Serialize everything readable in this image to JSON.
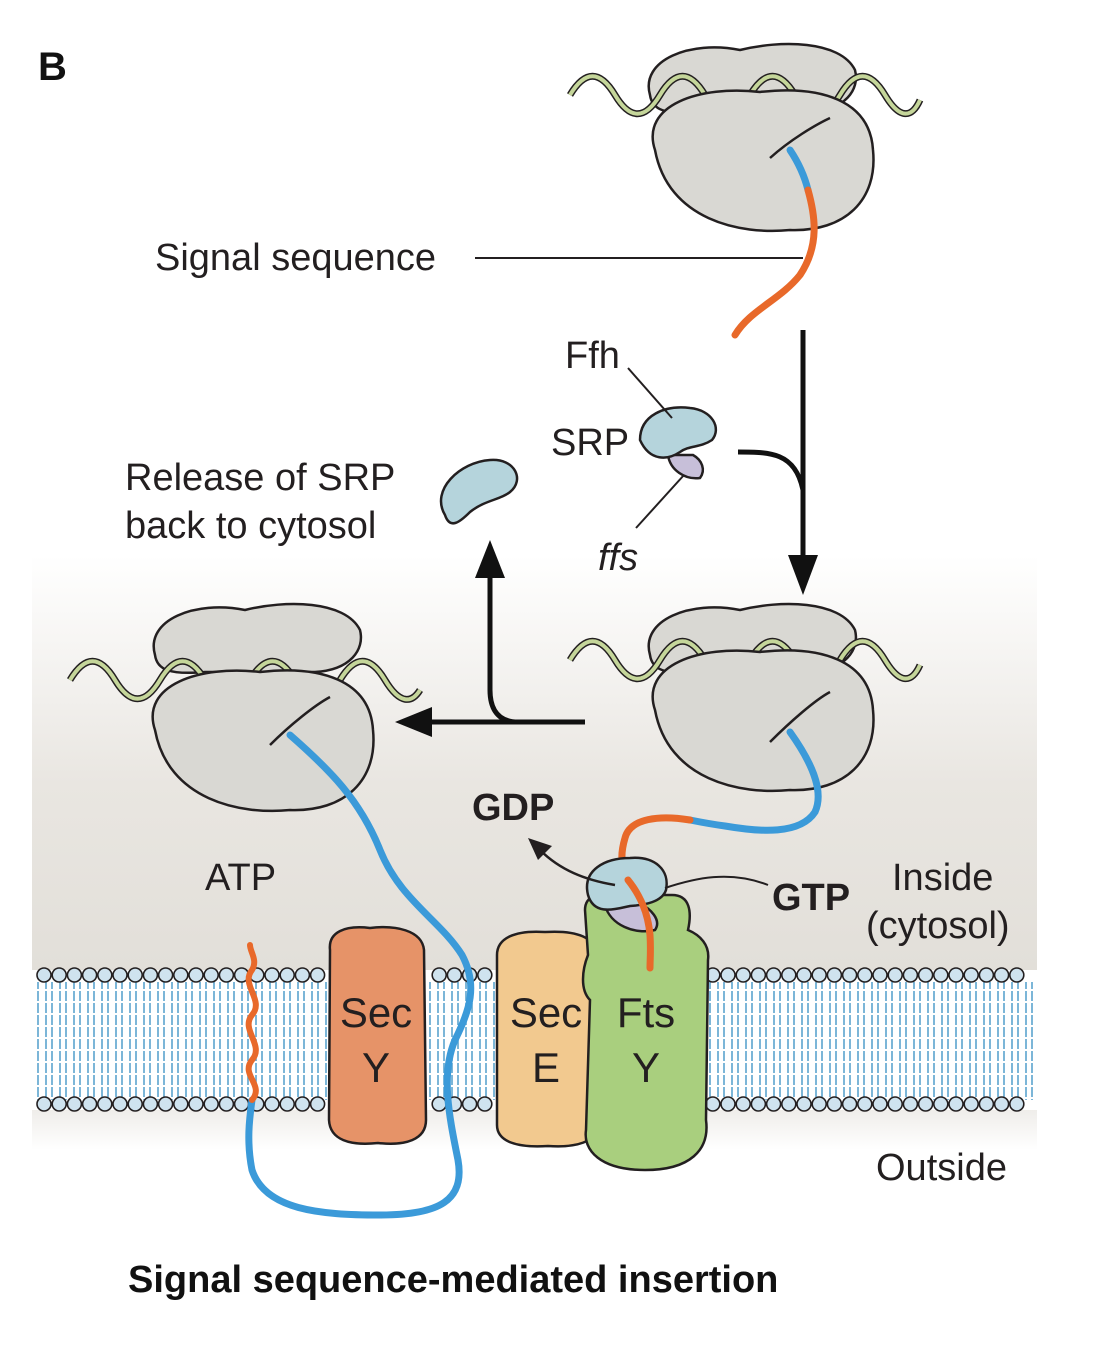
{
  "panel_letter": "B",
  "caption": "Signal sequence-mediated insertion",
  "labels": {
    "signal_sequence": "Signal sequence",
    "ffh": "Ffh",
    "srp": "SRP",
    "ffs": "ffs",
    "release_line1": "Release of SRP",
    "release_line2": "back to cytosol",
    "gdp": "GDP",
    "gtp": "GTP",
    "atp": "ATP",
    "inside_line1": "Inside",
    "inside_line2": "(cytosol)",
    "outside": "Outside"
  },
  "proteins": {
    "secy_left": {
      "line1": "Sec",
      "line2": "Y"
    },
    "sece": {
      "line1": "Sec",
      "line2": "E"
    },
    "ftsy": {
      "line1": "Fts",
      "line2": "Y"
    }
  },
  "colors": {
    "ribosome": "#d9d8d3",
    "mrna": "#c5d69a",
    "signal_orange": "#e8692a",
    "chain_blue": "#3b9ad9",
    "srp_blue": "#b5d4dc",
    "ffs_purple": "#c7bfd9",
    "secy": "#e69368",
    "sece": "#f2c98f",
    "ftsy": "#a9cf7e",
    "membrane_head": "#cfe3ef",
    "membrane_tail": "#5ba4cf",
    "outline": "#231f20"
  }
}
